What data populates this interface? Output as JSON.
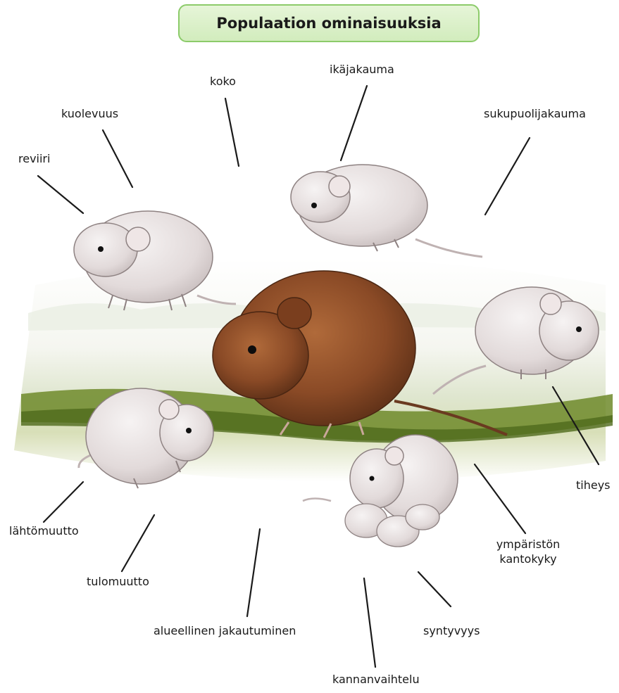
{
  "title": "Populaation ominaisuuksia",
  "labels": {
    "koko": "koko",
    "ikajakauma": "ikäjakauma",
    "kuolevuus": "kuolevuus",
    "sukupuolijakauma": "sukupuolijakauma",
    "reviiri": "reviiri",
    "tiheys": "tiheys",
    "lahtomuutto": "lähtömuutto",
    "ymparisto_line1": "ympäristön",
    "ymparisto_line2": "kantokyky",
    "tulomuutto": "tulomuutto",
    "alueellinen": "alueellinen jakautuminen",
    "syntyvyys": "syntyvyys",
    "kannanvaihtelu": "kannanvaihtelu"
  },
  "colors": {
    "title_fill": "#d9efc7",
    "title_border": "#8ccb6a",
    "main_vole": "#8a4a26",
    "white_vole": "#e4dede",
    "grass": "#6e8a2a",
    "sky": "#dfe8d2"
  }
}
